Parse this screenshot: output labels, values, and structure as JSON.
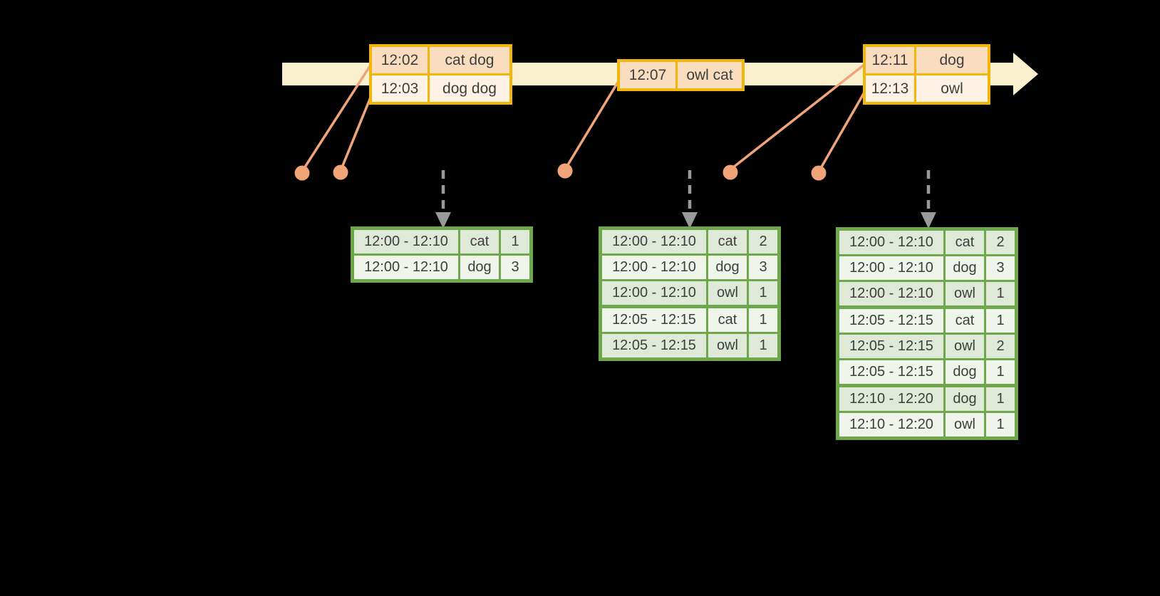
{
  "colors": {
    "timeline_fill": "#FAF0CD",
    "event_border": "#F2B50A",
    "event_row_dark": "#FADDBF",
    "event_row_light": "#FDF2E3",
    "connector": "#F1A478",
    "result_border": "#6FA84C",
    "result_row_dark": "#DEEAD7",
    "result_row_light": "#F0F5EC",
    "arrow_gray": "#9A9A9A",
    "text": "#3E3E3E"
  },
  "icons": {
    "timeline_arrow": "right-arrow",
    "trigger_arrow": "dashed-down-arrow",
    "late_event_marker": "filled-circle"
  },
  "events": [
    {
      "rows": [
        {
          "time": "12:02",
          "words": "cat dog"
        },
        {
          "time": "12:03",
          "words": "dog dog"
        }
      ]
    },
    {
      "rows": [
        {
          "time": "12:07",
          "words": "owl cat"
        }
      ]
    },
    {
      "rows": [
        {
          "time": "12:11",
          "words": "dog"
        },
        {
          "time": "12:13",
          "words": "owl"
        }
      ]
    }
  ],
  "results": [
    {
      "rows": [
        {
          "window": "12:00 - 12:10",
          "word": "cat",
          "count": "1"
        },
        {
          "window": "12:00 - 12:10",
          "word": "dog",
          "count": "3"
        }
      ]
    },
    {
      "rows": [
        {
          "window": "12:00 - 12:10",
          "word": "cat",
          "count": "2"
        },
        {
          "window": "12:00 - 12:10",
          "word": "dog",
          "count": "3"
        },
        {
          "window": "12:00 - 12:10",
          "word": "owl",
          "count": "1"
        },
        {
          "window": "12:05 - 12:15",
          "word": "cat",
          "count": "1"
        },
        {
          "window": "12:05 - 12:15",
          "word": "owl",
          "count": "1"
        }
      ]
    },
    {
      "rows": [
        {
          "window": "12:00 - 12:10",
          "word": "cat",
          "count": "2"
        },
        {
          "window": "12:00 - 12:10",
          "word": "dog",
          "count": "3"
        },
        {
          "window": "12:00 - 12:10",
          "word": "owl",
          "count": "1"
        },
        {
          "window": "12:05 - 12:15",
          "word": "cat",
          "count": "1"
        },
        {
          "window": "12:05 - 12:15",
          "word": "owl",
          "count": "2"
        },
        {
          "window": "12:05 - 12:15",
          "word": "dog",
          "count": "1"
        },
        {
          "window": "12:10 - 12:20",
          "word": "dog",
          "count": "1"
        },
        {
          "window": "12:10 - 12:20",
          "word": "owl",
          "count": "1"
        }
      ]
    }
  ]
}
